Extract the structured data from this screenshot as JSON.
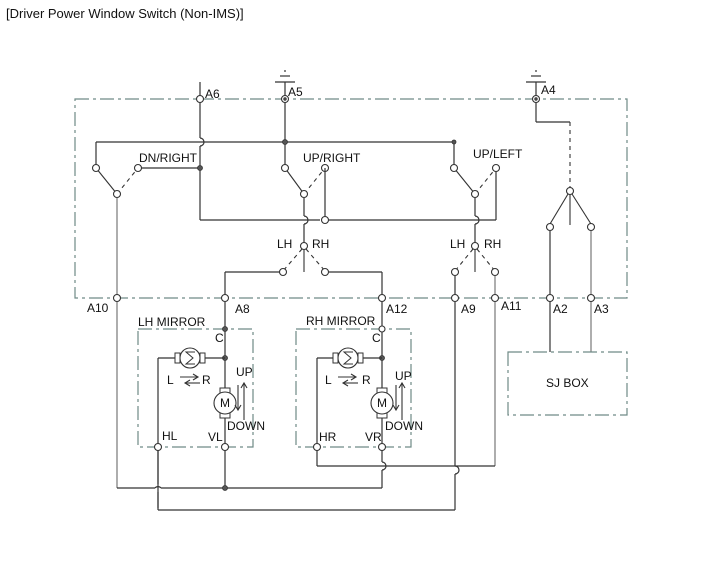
{
  "title": "[Driver Power Window Switch (Non-IMS)]",
  "switch_labels": {
    "dn_right": "DN/RIGHT",
    "up_right": "UP/RIGHT",
    "up_left": "UP/LEFT",
    "lh_1": "LH",
    "rh_1": "RH",
    "lh_2": "LH",
    "rh_2": "RH"
  },
  "connectors": {
    "a6": "A6",
    "a5": "A5",
    "a4": "A4",
    "a10": "A10",
    "a8": "A8",
    "a12": "A12",
    "a9": "A9",
    "a11": "A11",
    "a2": "A2",
    "a3": "A3"
  },
  "lh_mirror": {
    "title": "LH MIRROR",
    "c": "C",
    "l": "L",
    "r": "R",
    "up": "UP",
    "down": "DOWN",
    "hl": "HL",
    "vl": "VL",
    "motor": "M"
  },
  "rh_mirror": {
    "title": "RH MIRROR",
    "c": "C",
    "l": "L",
    "r": "R",
    "up": "UP",
    "down": "DOWN",
    "hr": "HR",
    "vr": "VR",
    "motor": "M"
  },
  "sj_box": {
    "label": "SJ BOX"
  }
}
